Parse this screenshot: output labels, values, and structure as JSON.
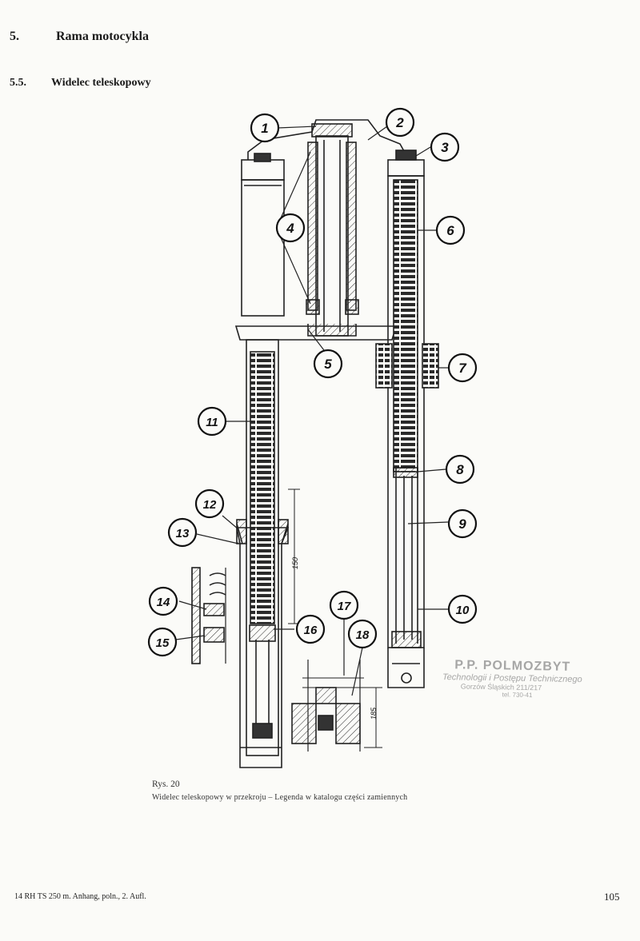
{
  "heading": {
    "number": "5.",
    "title": "Rama motocykla"
  },
  "subheading": {
    "number": "5.5.",
    "title": "Widelec teleskopowy"
  },
  "figure": {
    "callouts": [
      "1",
      "2",
      "3",
      "4",
      "5",
      "6",
      "7",
      "8",
      "9",
      "10",
      "11",
      "12",
      "13",
      "14",
      "15",
      "16",
      "17",
      "18"
    ],
    "dimensions": [
      "150",
      "185"
    ]
  },
  "caption": {
    "label": "Rys. 20",
    "text": "Widelec teleskopowy w przekroju – Legenda w katalogu części zamiennych"
  },
  "stamp": {
    "line1": "P.P. POLMOZBYT",
    "line2": "Technologii i Postępu Technicznego",
    "line3": "Gorzów Śląskich 211/217",
    "line4": "tel. 730-41"
  },
  "footer": {
    "left": "14  RH TS 250 m. Anhang, poln., 2. Aufl.",
    "page": "105"
  }
}
